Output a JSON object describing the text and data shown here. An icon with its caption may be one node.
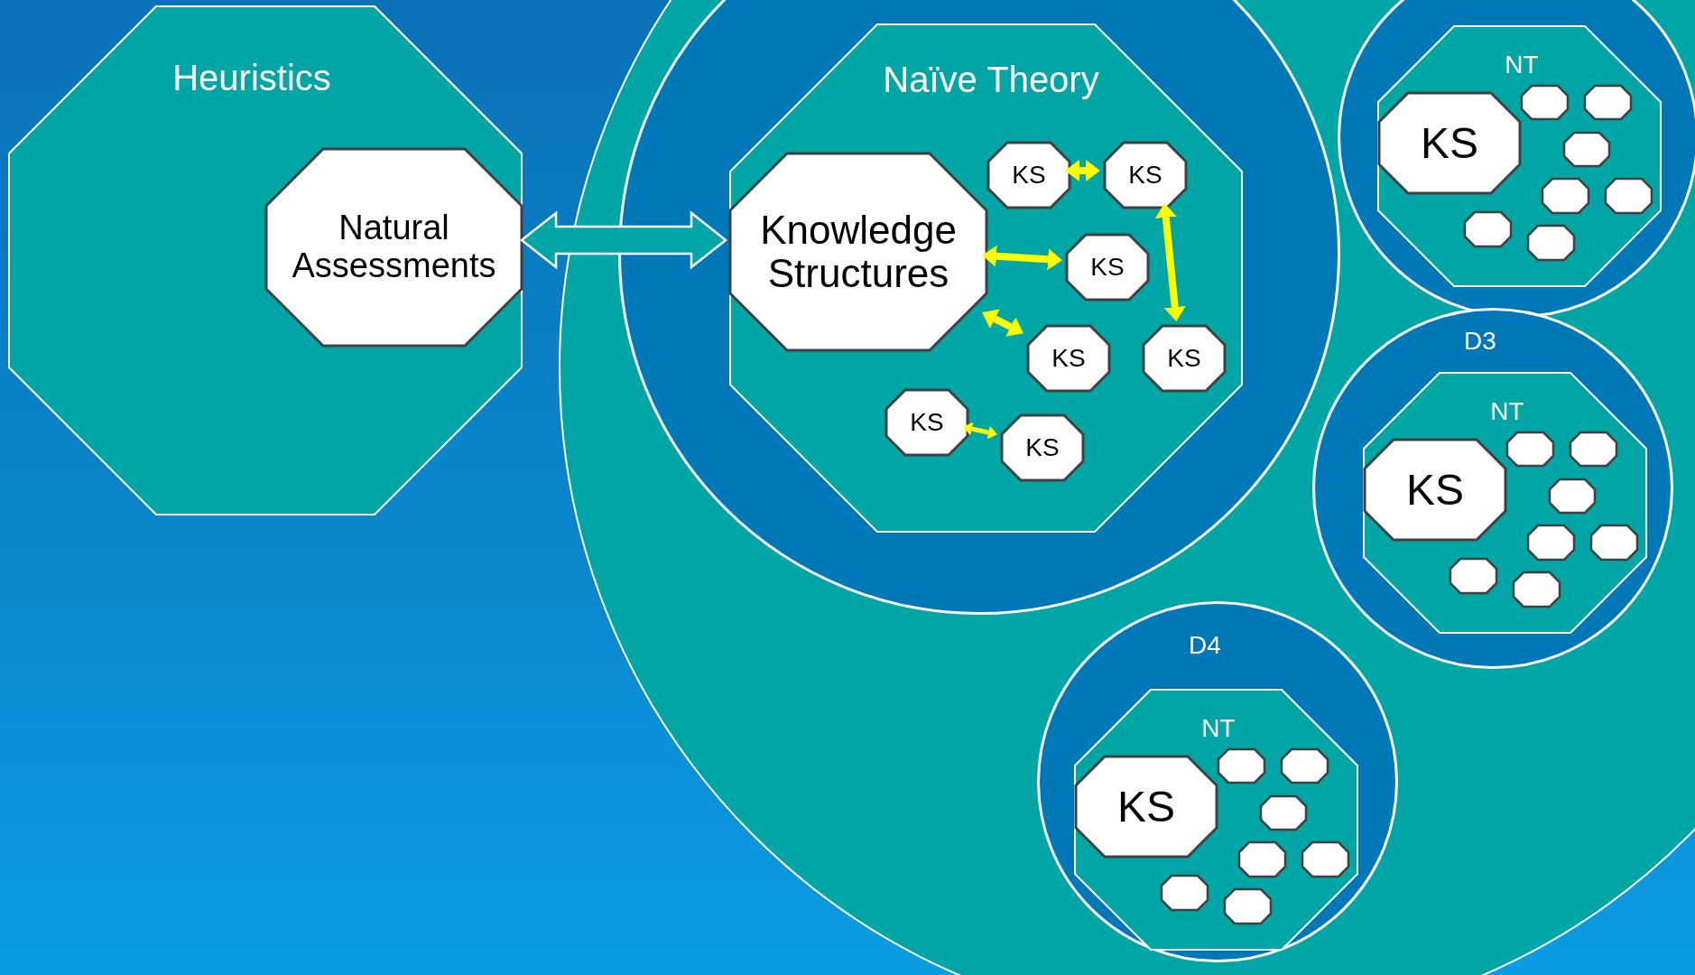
{
  "diagram": {
    "nodes": [
      {
        "text": [
          "Heuristics"
        ]
      },
      {
        "text": [
          "Natural Assessments"
        ],
        "in": 0
      },
      {
        "text": [],
        "shape": "circle"
      },
      {
        "text": [],
        "shape": "circle",
        "in": 2
      },
      {
        "text": [
          "Naïve Theory"
        ],
        "in": 3
      },
      {
        "text": [
          "Knowledge Structures"
        ],
        "in": 4
      },
      {
        "text": [
          "KS"
        ],
        "in": 4
      },
      {
        "text": [
          "KS"
        ],
        "in": 4
      },
      {
        "text": [
          "KS"
        ],
        "in": 4
      },
      {
        "text": [
          "KS"
        ],
        "in": 4
      },
      {
        "text": [
          "KS"
        ],
        "in": 4
      },
      {
        "text": [
          "KS"
        ],
        "in": 4
      },
      {
        "text": [
          "KS"
        ],
        "in": 4
      },
      {
        "text": [],
        "shape": "circle",
        "in": 2
      },
      {
        "text": [
          "NT"
        ],
        "in": 13
      },
      {
        "text": [
          "KS"
        ],
        "in": 14
      },
      {
        "text": [],
        "shape": "octagon",
        "in": 14
      },
      {
        "text": [],
        "shape": "octagon",
        "in": 14
      },
      {
        "text": [],
        "shape": "octagon",
        "in": 14
      },
      {
        "text": [],
        "shape": "octagon",
        "in": 14
      },
      {
        "text": [],
        "shape": "octagon",
        "in": 14
      },
      {
        "text": [],
        "shape": "octagon",
        "in": 14
      },
      {
        "text": [],
        "shape": "octagon",
        "in": 14
      },
      {
        "text": [
          "D3"
        ],
        "in": 2
      },
      {
        "text": [
          "NT"
        ],
        "in": 23
      },
      {
        "text": [
          "KS"
        ],
        "in": 24
      },
      {
        "text": [],
        "shape": "octagon",
        "in": 24
      },
      {
        "text": [],
        "shape": "octagon",
        "in": 24
      },
      {
        "text": [],
        "shape": "octagon",
        "in": 24
      },
      {
        "text": [],
        "shape": "octagon",
        "in": 24
      },
      {
        "text": [],
        "shape": "octagon",
        "in": 24
      },
      {
        "text": [],
        "shape": "octagon",
        "in": 24
      },
      {
        "text": [],
        "shape": "octagon",
        "in": 24
      },
      {
        "text": [
          "D4"
        ],
        "in": 2
      },
      {
        "text": [
          "NT"
        ],
        "in": 33
      },
      {
        "text": [
          "KS"
        ],
        "in": 34
      },
      {
        "text": [],
        "shape": "octagon",
        "in": 34
      },
      {
        "text": [],
        "shape": "octagon",
        "in": 34
      },
      {
        "text": [],
        "shape": "octagon",
        "in": 34
      },
      {
        "text": [],
        "shape": "octagon",
        "in": 34
      },
      {
        "text": [],
        "shape": "octagon",
        "in": 34
      },
      {
        "text": [],
        "shape": "octagon",
        "in": 34
      },
      {
        "text": [],
        "shape": "octagon",
        "in": 34
      }
    ],
    "edges": [
      {
        "from": 0,
        "to": 4,
        "arrow": "both",
        "style": "thick",
        "color": "#00a6a6"
      },
      {
        "from": 6,
        "to": 7,
        "arrow": "both"
      },
      {
        "from": 5,
        "to": 8,
        "arrow": "both"
      },
      {
        "from": 7,
        "to": 10,
        "arrow": "both"
      },
      {
        "from": 5,
        "to": 9,
        "arrow": "both"
      },
      {
        "from": 11,
        "to": 12,
        "arrow": "both"
      }
    ]
  }
}
